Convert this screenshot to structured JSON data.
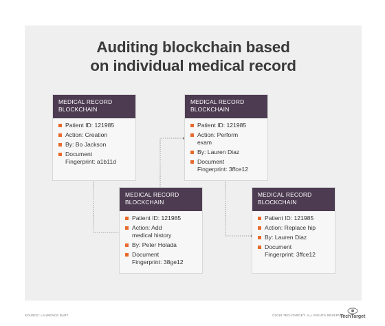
{
  "title": {
    "line1": "Auditing blockchain based",
    "line2": "on individual medical record"
  },
  "cards": [
    {
      "header": [
        "MEDICAL RECORD",
        "BLOCKCHAIN"
      ],
      "items": [
        [
          "Patient ID: 121985"
        ],
        [
          "Action: Creation"
        ],
        [
          "By: Bo Jackson"
        ],
        [
          "Document",
          "Fingerprint: a1b11d"
        ]
      ]
    },
    {
      "header": [
        "MEDICAL RECORD",
        "BLOCKCHAIN"
      ],
      "items": [
        [
          "Patient ID: 121985"
        ],
        [
          "Action: Add",
          "medical history"
        ],
        [
          "By: Peter Holada"
        ],
        [
          "Document",
          "Fingerprint: 38ge12"
        ]
      ]
    },
    {
      "header": [
        "MEDICAL RECORD",
        "BLOCKCHAIN"
      ],
      "items": [
        [
          "Patient ID: 121985"
        ],
        [
          "Action: Perform",
          "exam"
        ],
        [
          "By: Lauren Diaz"
        ],
        [
          "Document",
          "Fingerprint: 3ffce12"
        ]
      ]
    },
    {
      "header": [
        "MEDICAL RECORD",
        "BLOCKCHAIN"
      ],
      "items": [
        [
          "Patient ID: 121985"
        ],
        [
          "Action: Replace hip"
        ],
        [
          "By: Lauren Diaz"
        ],
        [
          "Document",
          "Fingerprint: 3ffce12"
        ]
      ]
    }
  ],
  "footer": {
    "source": "SOURCE: LAURENCE BART",
    "copyright": "©2018 TECHTARGET. ALL RIGHTS RESERVED",
    "logo_text": "TechTarget"
  },
  "colors": {
    "header_bg": "#4d3b51",
    "bullet": "#e8692b",
    "panel_bg": "#efefef"
  }
}
